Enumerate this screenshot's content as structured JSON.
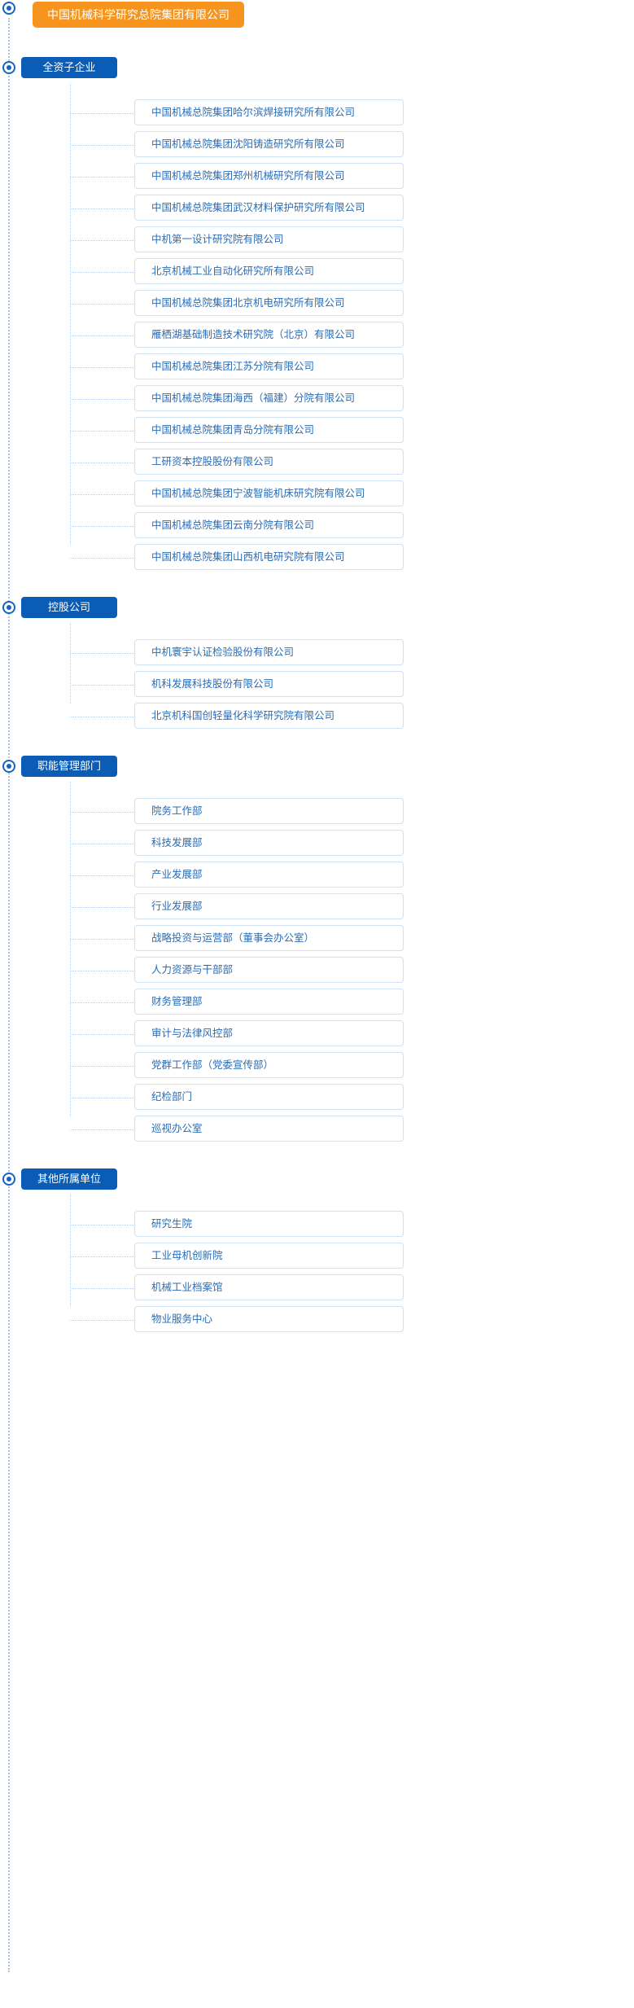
{
  "root": {
    "label": "中国机械科学研究总院集团有限公司",
    "color": "#f7941d"
  },
  "theme": {
    "section_color": "#0b5cb5",
    "card_border": "#cfe0f0",
    "card_text": "#2a6cb5",
    "connector": "#b9cfe6"
  },
  "sections": [
    {
      "label": "全资子企业",
      "items": [
        "中国机械总院集团哈尔滨焊接研究所有限公司",
        "中国机械总院集团沈阳铸造研究所有限公司",
        "中国机械总院集团郑州机械研究所有限公司",
        "中国机械总院集团武汉材料保护研究所有限公司",
        "中机第一设计研究院有限公司",
        "北京机械工业自动化研究所有限公司",
        "中国机械总院集团北京机电研究所有限公司",
        "雁栖湖基础制造技术研究院（北京）有限公司",
        "中国机械总院集团江苏分院有限公司",
        "中国机械总院集团海西（福建）分院有限公司",
        "中国机械总院集团青岛分院有限公司",
        "工研资本控股股份有限公司",
        "中国机械总院集团宁波智能机床研究院有限公司",
        "中国机械总院集团云南分院有限公司",
        "中国机械总院集团山西机电研究院有限公司"
      ]
    },
    {
      "label": "控股公司",
      "items": [
        "中机寰宇认证检验股份有限公司",
        "机科发展科技股份有限公司",
        "北京机科国创轻量化科学研究院有限公司"
      ]
    },
    {
      "label": "职能管理部门",
      "items": [
        "院务工作部",
        "科技发展部",
        "产业发展部",
        "行业发展部",
        "战略投资与运营部（董事会办公室）",
        "人力资源与干部部",
        "财务管理部",
        "审计与法律风控部",
        "党群工作部（党委宣传部）",
        "纪检部门",
        "巡视办公室"
      ]
    },
    {
      "label": "其他所属单位",
      "items": [
        "研究生院",
        "工业母机创新院",
        "机械工业档案馆",
        "物业服务中心"
      ]
    }
  ]
}
